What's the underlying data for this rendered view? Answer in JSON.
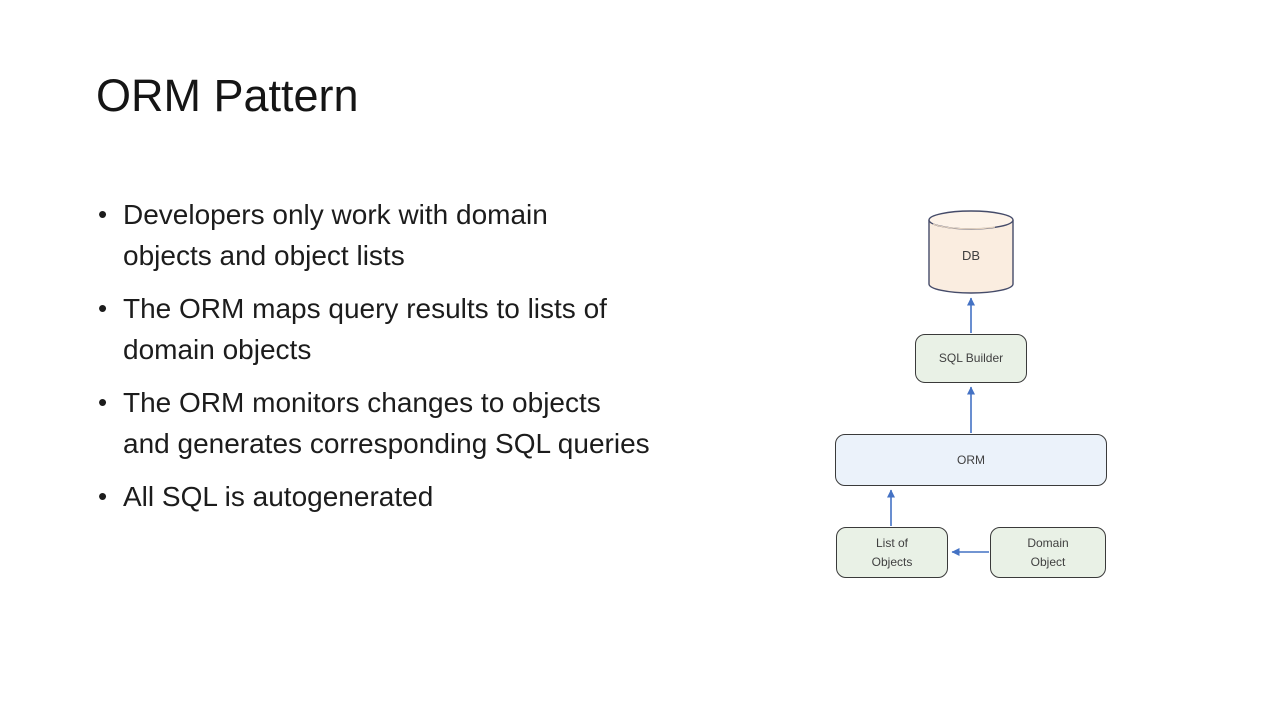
{
  "slide": {
    "title": "ORM Pattern",
    "bullet_char": "•",
    "bullets": [
      "Developers only work with domain\nobjects and object lists",
      "The ORM maps query results to lists of\ndomain objects",
      "The ORM monitors changes to objects\nand generates corresponding SQL queries",
      "All SQL is autogenerated"
    ]
  },
  "diagram": {
    "nodes": {
      "db": {
        "label": "DB",
        "shape": "cylinder"
      },
      "sql_builder": {
        "label": "SQL Builder",
        "shape": "rounded-rect"
      },
      "orm": {
        "label": "ORM",
        "shape": "rounded-rect"
      },
      "list_of_objects": {
        "label": "List of\nObjects",
        "shape": "rounded-rect"
      },
      "domain_object": {
        "label": "Domain\nObject",
        "shape": "rounded-rect"
      }
    },
    "edges": [
      {
        "from": "sql_builder",
        "to": "db",
        "direction": "up"
      },
      {
        "from": "orm",
        "to": "sql_builder",
        "direction": "up"
      },
      {
        "from": "list_of_objects",
        "to": "orm",
        "direction": "up"
      },
      {
        "from": "domain_object",
        "to": "list_of_objects",
        "direction": "left"
      }
    ],
    "colors": {
      "arrow": "#4472c4",
      "db_fill": "#faede0",
      "db_top_fill": "#fdf3e9",
      "db_stroke": "#454b69",
      "green_fill": "#e9f1e6",
      "blue_fill": "#ebf2fa",
      "box_stroke": "#3a3a3a",
      "label_text": "#404040"
    }
  }
}
